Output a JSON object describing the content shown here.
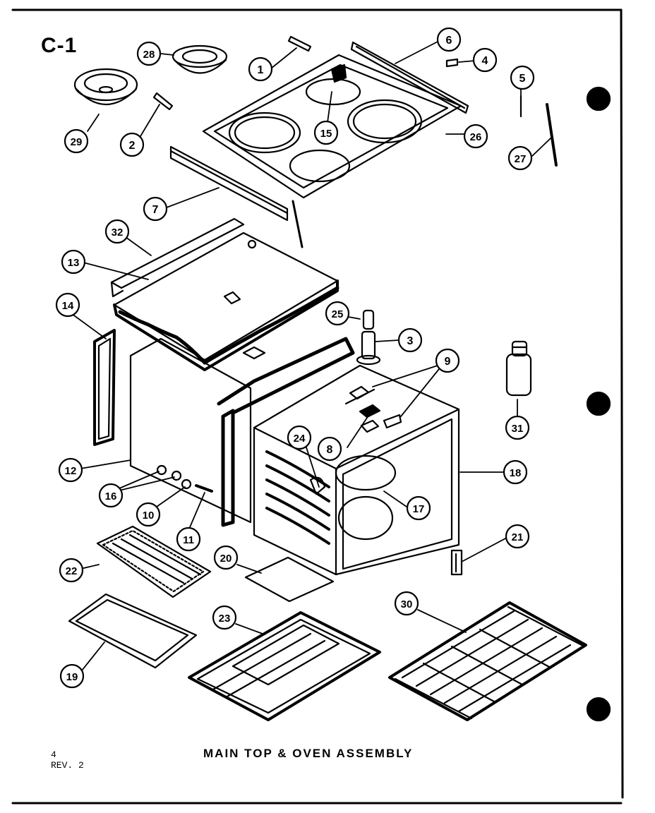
{
  "page": {
    "id_label": "C-1",
    "title": "MAIN TOP & OVEN ASSEMBLY",
    "page_number": "4",
    "revision": "REV. 2"
  },
  "callouts": [
    "1",
    "2",
    "3",
    "4",
    "5",
    "6",
    "7",
    "8",
    "9",
    "10",
    "11",
    "12",
    "13",
    "14",
    "15",
    "16",
    "17",
    "18",
    "19",
    "20",
    "21",
    "22",
    "23",
    "24",
    "25",
    "26",
    "27",
    "28",
    "29",
    "30",
    "31",
    "32"
  ],
  "colors": {
    "ink": "#000000",
    "paper": "#ffffff"
  }
}
